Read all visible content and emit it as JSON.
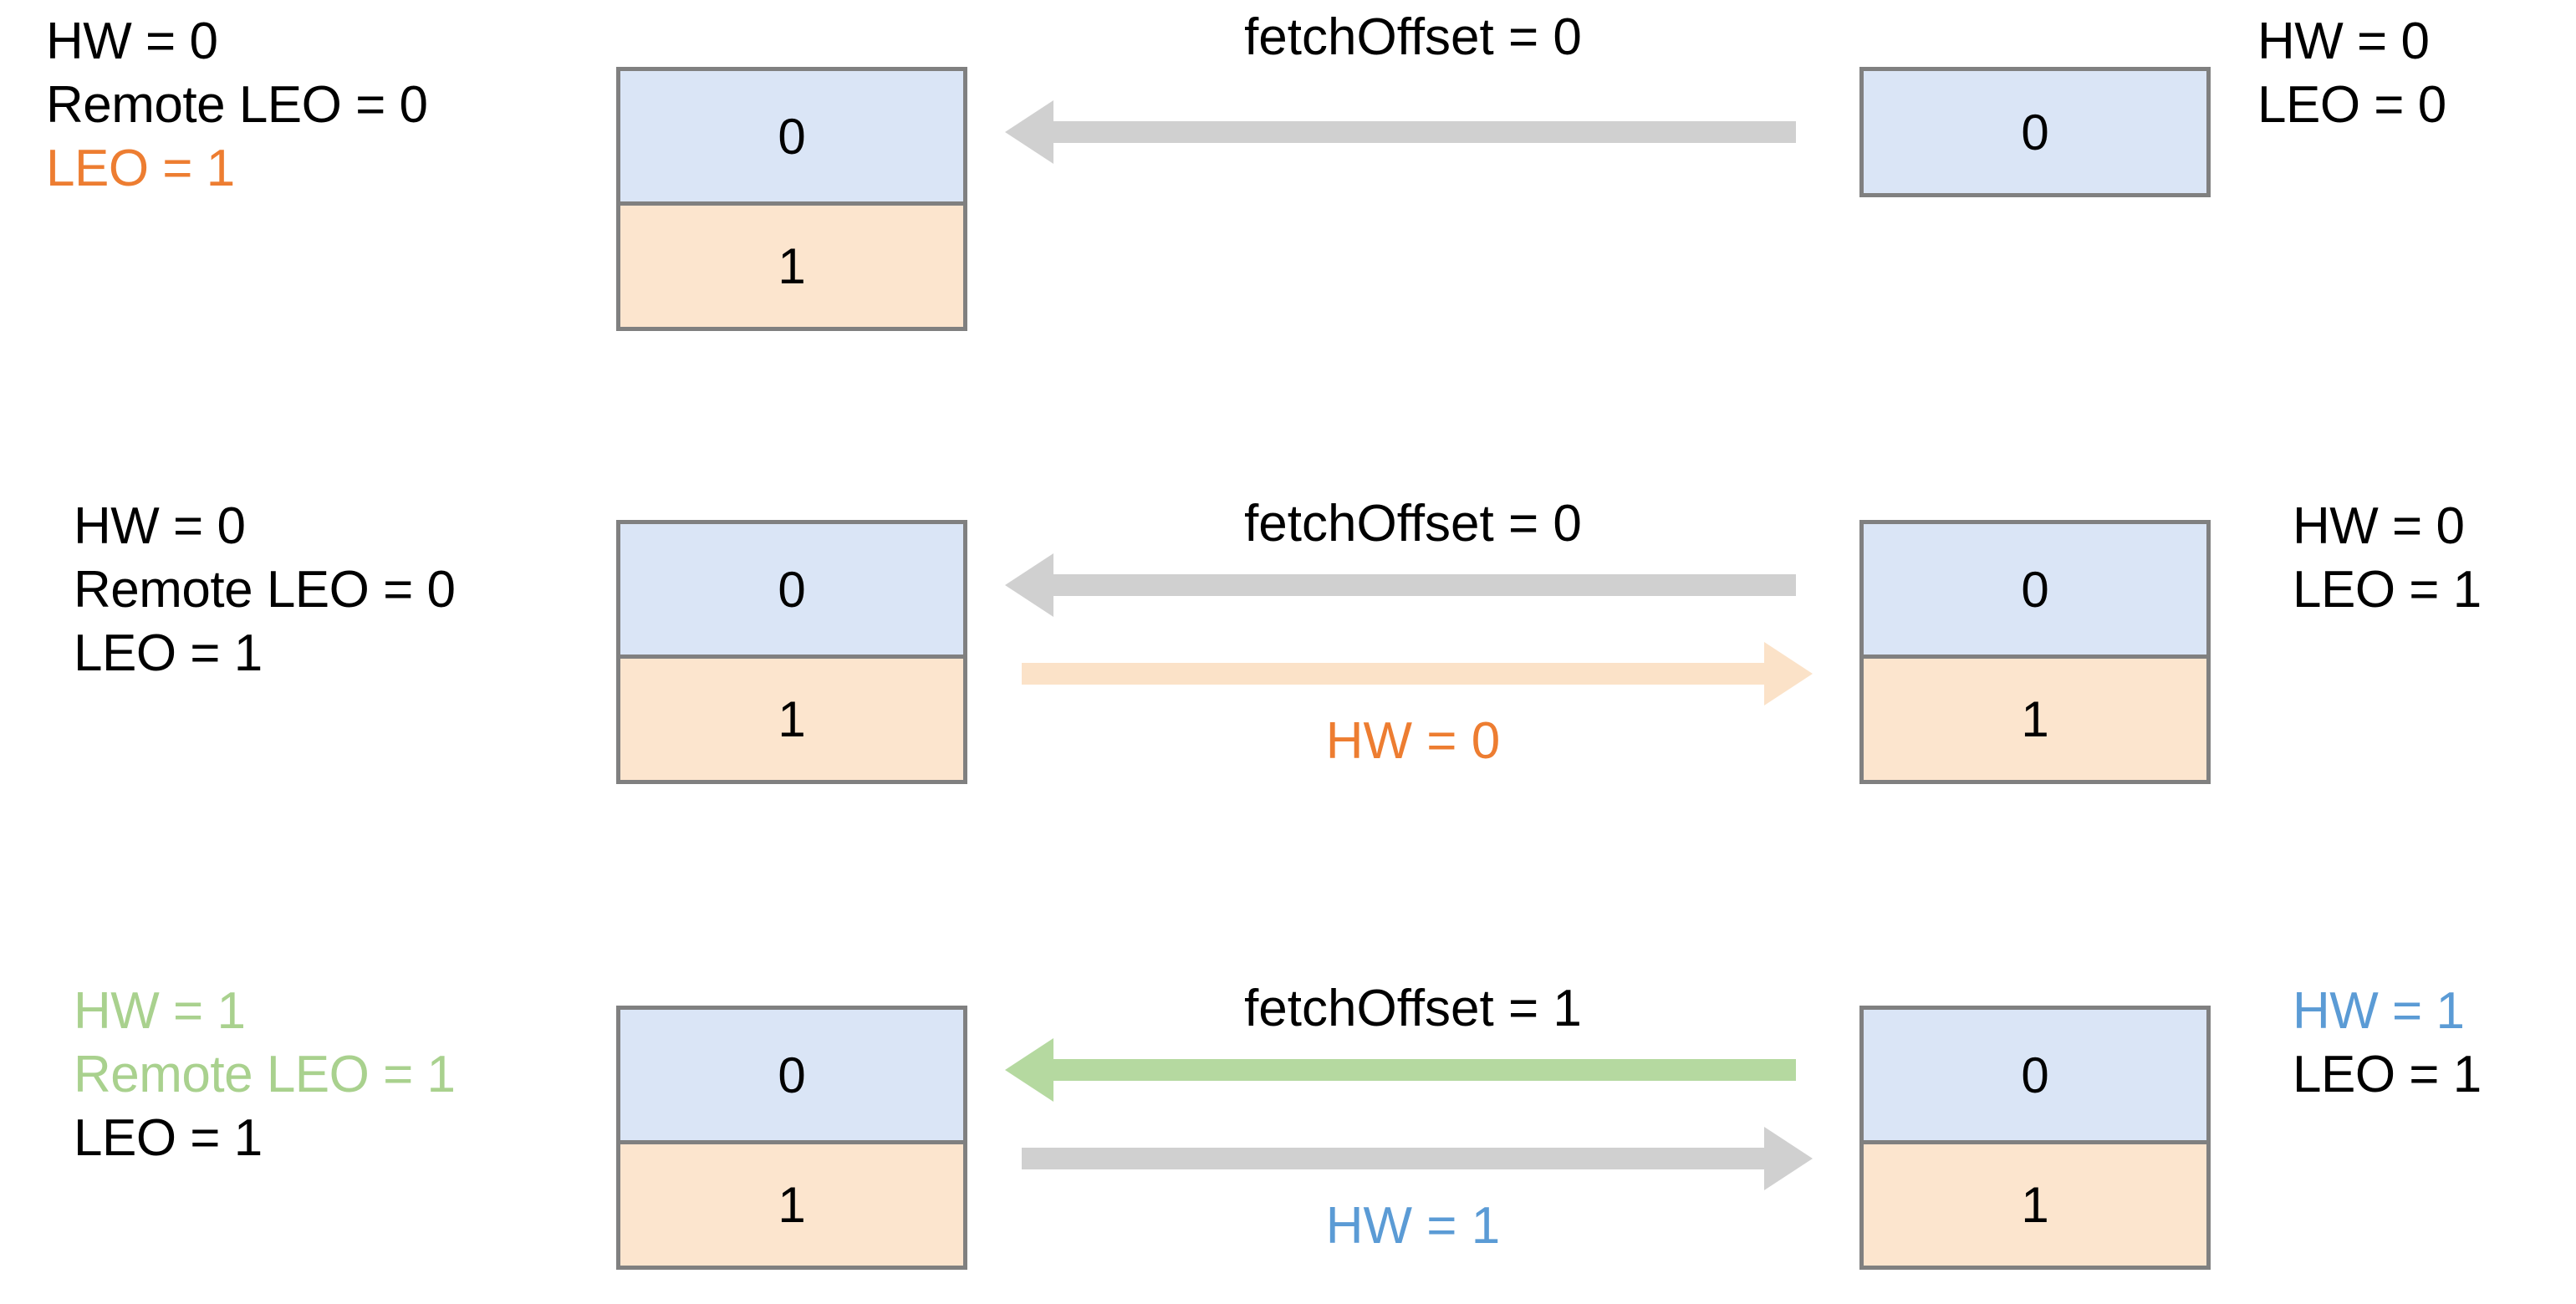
{
  "colors": {
    "blue_cell": "#DAE5F6",
    "orange_cell": "#FCE5CE",
    "box_border": "#808080",
    "gray_arrow": "#D0D0D0",
    "orange_arrow": "#FBE2C8",
    "green_arrow": "#B5D9A0",
    "accent_orange": "#ED7D31",
    "accent_green": "#A9D18E",
    "accent_blue": "#5B9BD5",
    "text_black": "#000000"
  },
  "rows": [
    {
      "id": "row-1",
      "left_label": [
        {
          "text": "HW = 0",
          "color": "black"
        },
        {
          "text": "Remote LEO = 0",
          "color": "black"
        },
        {
          "text": "LEO = 1",
          "color": "orange"
        }
      ],
      "left_box": {
        "cells": [
          {
            "value": "0",
            "fill": "blue"
          },
          {
            "value": "1",
            "fill": "orange"
          }
        ]
      },
      "right_box": {
        "cells": [
          {
            "value": "0",
            "fill": "blue"
          }
        ]
      },
      "right_label": [
        {
          "text": "HW = 0",
          "color": "black"
        },
        {
          "text": "LEO = 0",
          "color": "black"
        }
      ],
      "arrows": [
        {
          "id": "fetch-arrow",
          "direction": "left",
          "color": "gray",
          "label": "fetchOffset = 0",
          "label_color": "black",
          "label_position": "above"
        }
      ]
    },
    {
      "id": "row-2",
      "left_label": [
        {
          "text": "HW = 0",
          "color": "black"
        },
        {
          "text": "Remote LEO = 0",
          "color": "black"
        },
        {
          "text": "LEO = 1",
          "color": "black"
        }
      ],
      "left_box": {
        "cells": [
          {
            "value": "0",
            "fill": "blue"
          },
          {
            "value": "1",
            "fill": "orange"
          }
        ]
      },
      "right_box": {
        "cells": [
          {
            "value": "0",
            "fill": "blue"
          },
          {
            "value": "1",
            "fill": "orange"
          }
        ]
      },
      "right_label": [
        {
          "text": "HW = 0",
          "color": "black"
        },
        {
          "text": "LEO = 1",
          "color": "black"
        }
      ],
      "arrows": [
        {
          "id": "fetch-arrow",
          "direction": "left",
          "color": "gray",
          "label": "fetchOffset = 0",
          "label_color": "black",
          "label_position": "above"
        },
        {
          "id": "hw-arrow",
          "direction": "right",
          "color": "orange",
          "label": "HW = 0",
          "label_color": "orange",
          "label_position": "below"
        }
      ]
    },
    {
      "id": "row-3",
      "left_label": [
        {
          "text": "HW = 1",
          "color": "green"
        },
        {
          "text": "Remote LEO = 1",
          "color": "green"
        },
        {
          "text": "LEO = 1",
          "color": "black"
        }
      ],
      "left_box": {
        "cells": [
          {
            "value": "0",
            "fill": "blue"
          },
          {
            "value": "1",
            "fill": "orange"
          }
        ]
      },
      "right_box": {
        "cells": [
          {
            "value": "0",
            "fill": "blue"
          },
          {
            "value": "1",
            "fill": "orange"
          }
        ]
      },
      "right_label": [
        {
          "text": "HW = 1",
          "color": "blue"
        },
        {
          "text": "LEO = 1",
          "color": "black"
        }
      ],
      "arrows": [
        {
          "id": "fetch-arrow",
          "direction": "left",
          "color": "green",
          "label": "fetchOffset = 1",
          "label_color": "black",
          "label_position": "above"
        },
        {
          "id": "hw-arrow",
          "direction": "right",
          "color": "gray",
          "label": "HW = 1",
          "label_color": "blue",
          "label_position": "below"
        }
      ]
    }
  ]
}
